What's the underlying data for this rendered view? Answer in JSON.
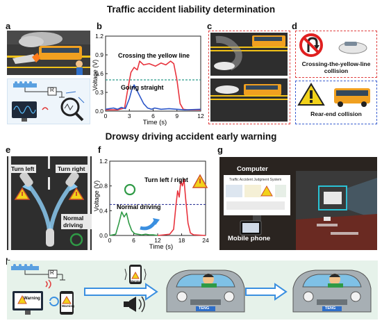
{
  "section1_title": "Traffic accident liability determination",
  "section2_title": "Drowsy driving accident early warning",
  "panel_labels": {
    "a": "a",
    "b": "b",
    "c": "c",
    "d": "d",
    "e": "e",
    "f": "f",
    "g": "g",
    "h": "h"
  },
  "panel_a": {
    "resistor_label": "R"
  },
  "panel_d": {
    "label_top": "Crossing-the-yellow-line collision",
    "label_bottom": "Rear-end collision"
  },
  "panel_e": {
    "turn_left": "Turn left",
    "turn_right": "Turn right",
    "normal_driving": "Normal driving"
  },
  "panel_g": {
    "computer": "Computer",
    "mobile_phone": "Mobile phone",
    "screen_title": "Traffic Accident Judgment System"
  },
  "panel_h": {
    "resistor_label": "R",
    "warning": "Warning",
    "plate": "TENG"
  },
  "chart_data": [
    {
      "type": "line",
      "panel": "b",
      "xlabel": "Time (s)",
      "ylabel": "Voltage (V)",
      "xlim": [
        0,
        12
      ],
      "ylim": [
        0,
        1.2
      ],
      "xticks": [
        "0",
        "3",
        "6",
        "9",
        "12"
      ],
      "yticks": [
        "0.0",
        "0.3",
        "0.6",
        "0.9",
        "1.2"
      ],
      "threshold": 0.5,
      "annotations": [
        "Crossing the yellow line",
        "Going straight"
      ],
      "series": [
        {
          "color": "#e8323c",
          "x": [
            0,
            1.5,
            2.4,
            2.8,
            3.2,
            3.6,
            4.0,
            4.3,
            4.8,
            5.5,
            6.3,
            7.0,
            7.6,
            8.2,
            8.6,
            9.0,
            9.4,
            9.8,
            10.4,
            12
          ],
          "y": [
            0.02,
            0.02,
            0.05,
            0.35,
            0.62,
            0.7,
            0.66,
            0.8,
            0.74,
            0.76,
            0.72,
            0.77,
            0.74,
            0.8,
            0.76,
            0.5,
            0.12,
            0.03,
            0.02,
            0.02
          ]
        },
        {
          "color": "#2a55c8",
          "x": [
            0,
            1.0,
            1.5,
            2.0,
            2.5,
            3.0,
            3.3,
            3.6,
            4.0,
            4.4,
            4.8,
            5.3,
            5.8,
            6.2,
            7.0,
            8.0,
            9.0,
            10.0,
            12
          ],
          "y": [
            0.03,
            0.05,
            0.03,
            0.06,
            0.04,
            0.2,
            0.34,
            0.42,
            0.32,
            0.22,
            0.12,
            0.05,
            0.03,
            0.05,
            0.03,
            0.04,
            0.03,
            0.02,
            0.03
          ]
        }
      ]
    },
    {
      "type": "line",
      "panel": "f",
      "xlabel": "Time (s)",
      "ylabel": "Voltage (V)",
      "xlim": [
        0,
        24
      ],
      "ylim": [
        0,
        1.2
      ],
      "xticks": [
        "0",
        "6",
        "12",
        "18",
        "24"
      ],
      "yticks": [
        "0.0",
        "0.4",
        "0.8",
        "1.2"
      ],
      "threshold": 0.5,
      "annotations": [
        "Turn left / right",
        "Normal driving"
      ],
      "series": [
        {
          "color": "#2f9a46",
          "x": [
            0,
            1.5,
            2.3,
            3.0,
            3.6,
            4.2,
            4.8,
            5.5,
            6.2,
            7.0,
            8.0,
            9.0,
            10.0,
            11.0,
            12
          ],
          "y": [
            0.0,
            0.02,
            0.2,
            0.38,
            0.3,
            0.36,
            0.2,
            0.08,
            0.03,
            0.02,
            0.01,
            0.02,
            0.01,
            0.01,
            0.0
          ]
        },
        {
          "color": "#e8323c",
          "x": [
            12,
            13.5,
            15.0,
            16.0,
            16.6,
            17.0,
            17.4,
            17.8,
            18.2,
            18.6,
            19.0,
            19.6,
            20.2,
            21,
            24
          ],
          "y": [
            0.0,
            0.01,
            0.02,
            0.1,
            0.5,
            0.72,
            0.62,
            0.88,
            0.8,
            0.9,
            0.6,
            0.2,
            0.04,
            0.01,
            0.0
          ]
        }
      ]
    }
  ]
}
